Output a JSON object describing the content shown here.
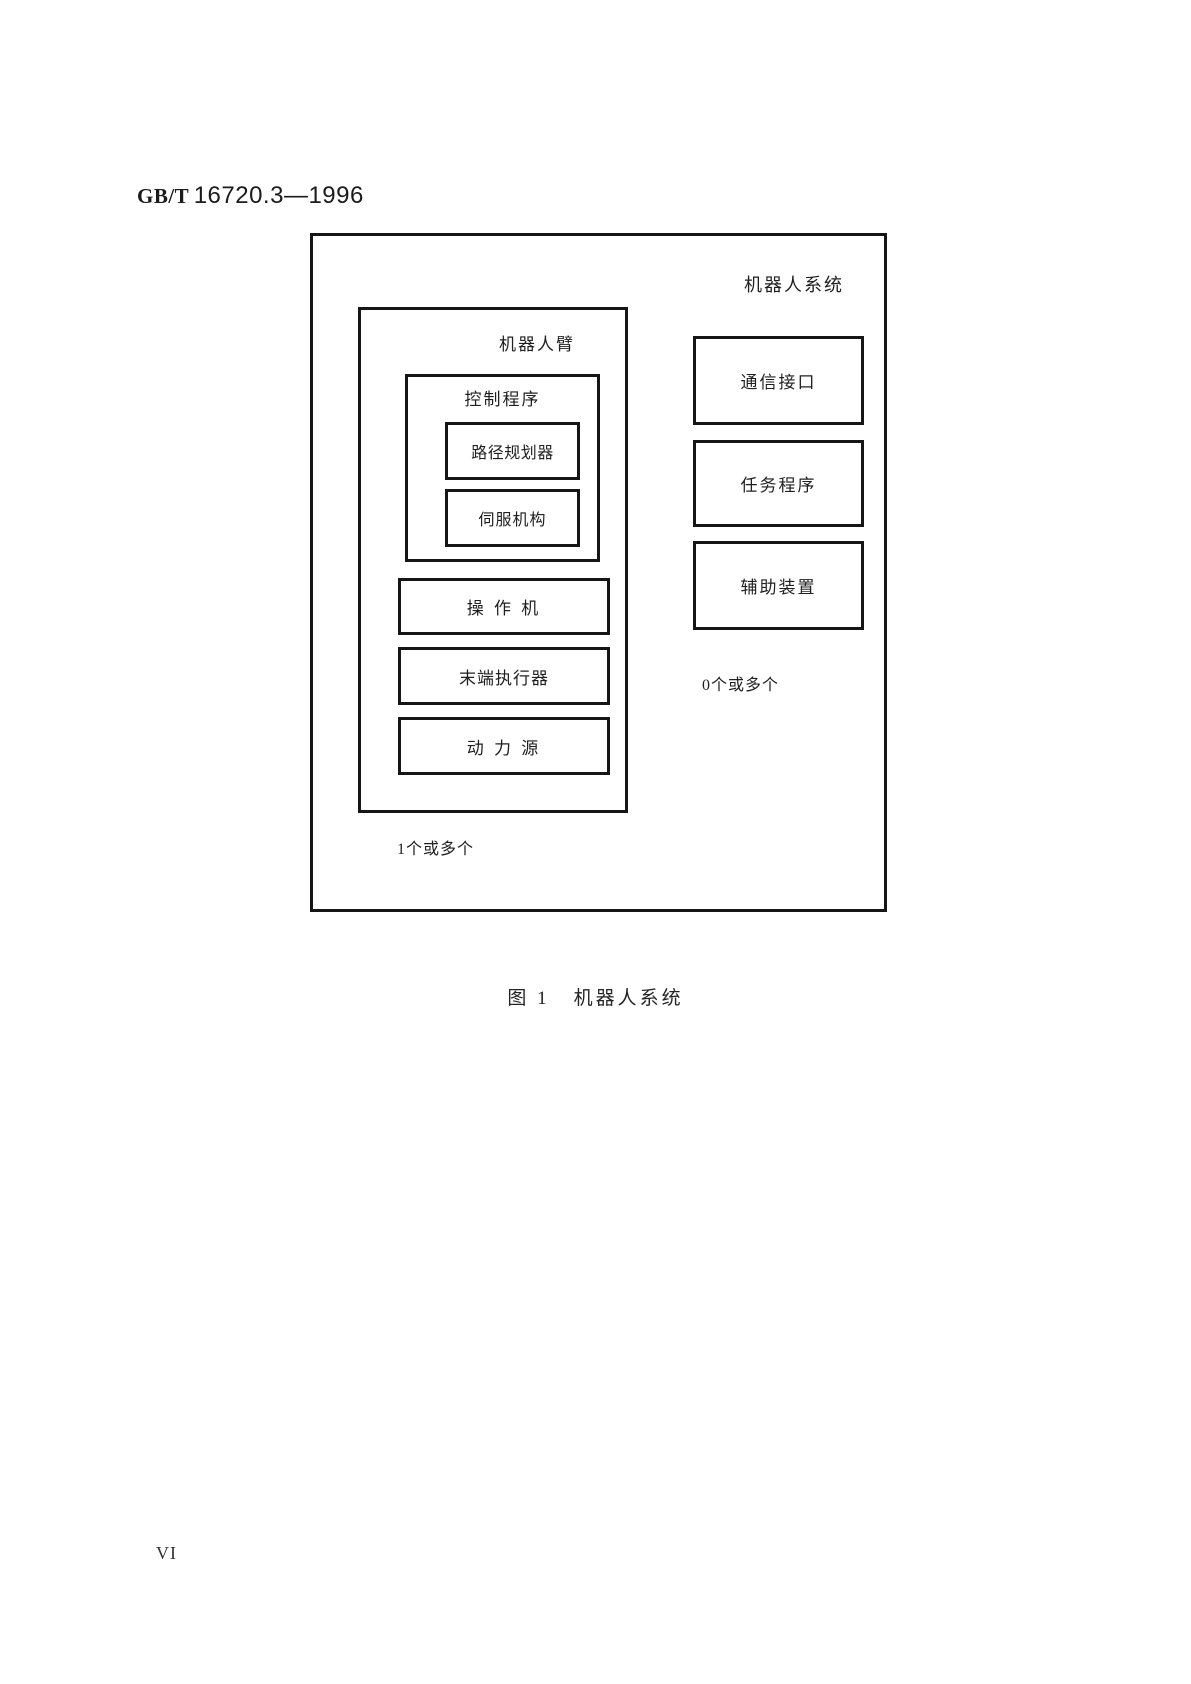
{
  "header": {
    "standard_code_prefix": "GB/T",
    "standard_code_number": "16720.3—1996"
  },
  "colors": {
    "paper": "#ffffff",
    "ink": "#161616",
    "text": "#1f1f1f"
  },
  "diagram": {
    "system_label": "机器人系统",
    "robot_arm": {
      "label": "机器人臂",
      "multiplicity": "1个或多个",
      "control_program": {
        "label": "控制程序",
        "path_planner_label": "路径规划器",
        "servo_label": "伺服机构"
      },
      "manipulator_label": "操 作 机",
      "end_effector_label": "末端执行器",
      "power_source_label": "动 力 源"
    },
    "system_components": {
      "comm_interface_label": "通信接口",
      "task_program_label": "任务程序",
      "aux_device_label": "辅助装置",
      "multiplicity": "0个或多个"
    }
  },
  "caption": {
    "figure_number": "图 1",
    "figure_title": "机器人系统"
  },
  "page_number": "VI"
}
